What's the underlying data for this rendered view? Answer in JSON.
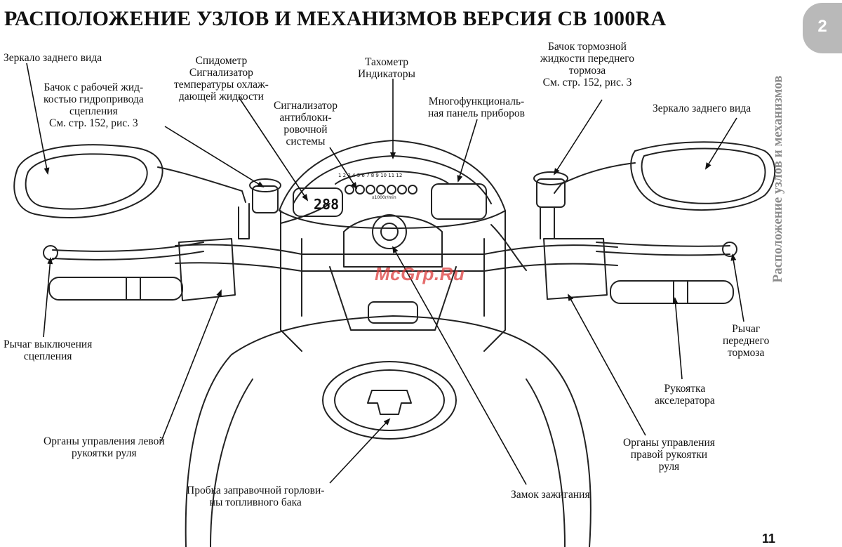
{
  "page": {
    "title": "РАСПОЛОЖЕНИЕ УЗЛОВ И МЕХАНИЗМОВ ВЕРСИЯ CB 1000RA",
    "chapter_tab": "2",
    "side_heading": "Расположение узлов и механизмов",
    "page_number": "11",
    "watermark": "McGrp.Ru"
  },
  "labels": {
    "mirror_left": "Зеркало заднего вида",
    "clutch_reservoir": "Бачок с рабочей жид-\nкостью гидропривода\nсцепления\nСм. стр. 152, рис. 3",
    "speedometer": "Спидометр\nСигнализатор\nтемпературы охлаж-\nдающей жидкости",
    "abs_indicator": "Сигнализатор\nантиблоки-\nровочной\nсистемы",
    "tachometer": "Тахометр\nИндикаторы",
    "multi_panel": "Многофункциональ-\nная панель приборов",
    "brake_reservoir": "Бачок тормозной\nжидкости переднего\nтормоза\nСм. стр. 152, рис. 3",
    "mirror_right": "Зеркало заднего вида",
    "clutch_lever": "Рычаг выключения\nсцепления",
    "front_brake_lever": "Рычаг\nпереднего\nтормоза",
    "throttle_grip": "Рукоятка\nакселератора",
    "left_controls": "Органы управления левой\nрукоятки руля",
    "right_controls": "Органы управления\nправой рукоятки\nруля",
    "fuel_cap": "Пробка заправочной горлови-\nны топливного бака",
    "ignition": "Замок зажигания"
  },
  "gauge": {
    "speed_digits": "288",
    "tach_scale": "1 2 3 4 5 6 7 8 9 10 11 12",
    "tach_unit": "x1000r/min"
  }
}
